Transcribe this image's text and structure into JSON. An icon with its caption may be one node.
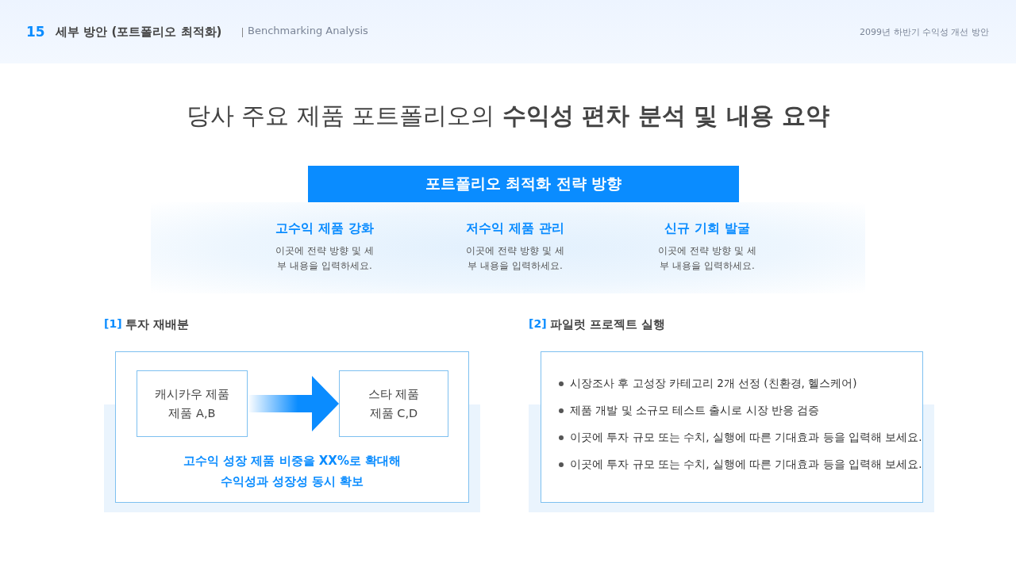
{
  "diagram": {
    "title": "당사 주요 제품 포트폴리오의 **수익성 편차 분석 및 내용 요약**",
    "nodes": [
      {
        "text": [
          "포트폴리오 최적화 전략 방향"
        ]
      },
      {
        "text": [
          "고수익 성장 제품 비중을 XX%로 확대해 수익성과 성장성 동시 확보"
        ]
      },
      {
        "text": [
          "캐시카우 제품",
          "제품 A,B"
        ],
        "in": 1
      },
      {
        "text": [
          "스타 제품",
          "제품 C,D"
        ],
        "in": 1
      },
      {
        "text": [
          "시장조사 후 고성장 카테고리 2개 선정 (친환경, 헬스케어)",
          "제품 개발 및 소규모 테스트 출시로 시장 반응 검증",
          "이곳에 투자 규모 또는 수치, 실행에 따른 기대효과 등을 입력해 보세요.",
          "이곳에 투자 규모 또는 수치, 실행에 따른 기대효과 등을 입력해 보세요."
        ]
      }
    ],
    "edges": [
      {
        "from": 2,
        "to": 3,
        "arrow": "to",
        "style": "thick"
      }
    ],
    "labels": [
      "15",
      "세부 방안 (포트폴리오 최적화)",
      "Benchmarking Analysis",
      "2099년 하반기 수익성 개선 방안",
      "고수익 제품 강화",
      "이곳에 전략 방향 및 세부 내용을 입력하세요.",
      "저수익 제품 관리",
      "이곳에 전략 방향 및 세부 내용을 입력하세요.",
      "신규 기회 발굴",
      "이곳에 전략 방향 및 세부 내용을 입력하세요.",
      "[1]",
      "투자 재배분",
      "[2]",
      "파일럿 프로젝트 실행"
    ]
  }
}
